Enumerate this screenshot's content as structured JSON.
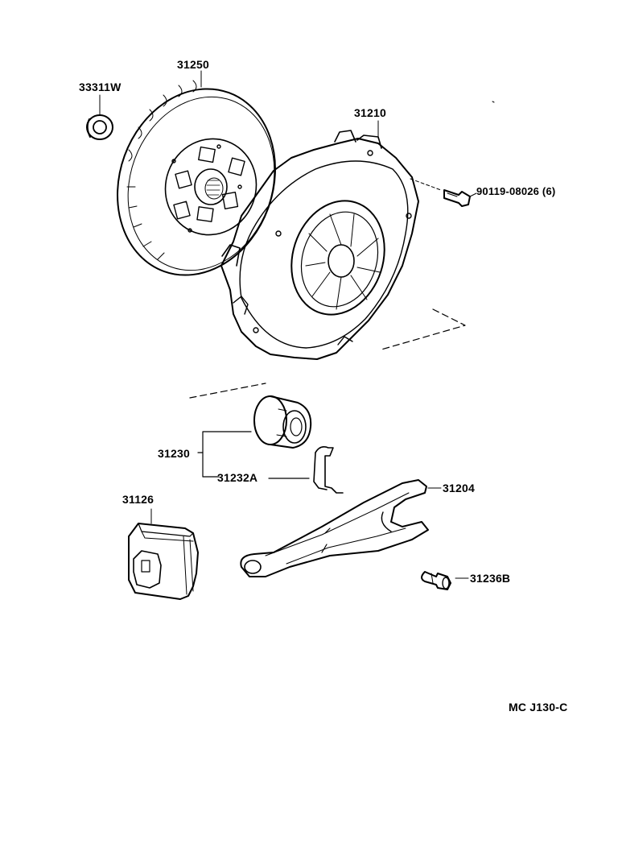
{
  "diagram": {
    "diagram_code": "MC J130-C",
    "parts": [
      {
        "number": "33311W"
      },
      {
        "number": "31250"
      },
      {
        "number": "31210"
      },
      {
        "number": "90119-08026 (6)"
      },
      {
        "number": "31230"
      },
      {
        "number": "31232A"
      },
      {
        "number": "31126"
      },
      {
        "number": "31204"
      },
      {
        "number": "31236B"
      }
    ]
  }
}
